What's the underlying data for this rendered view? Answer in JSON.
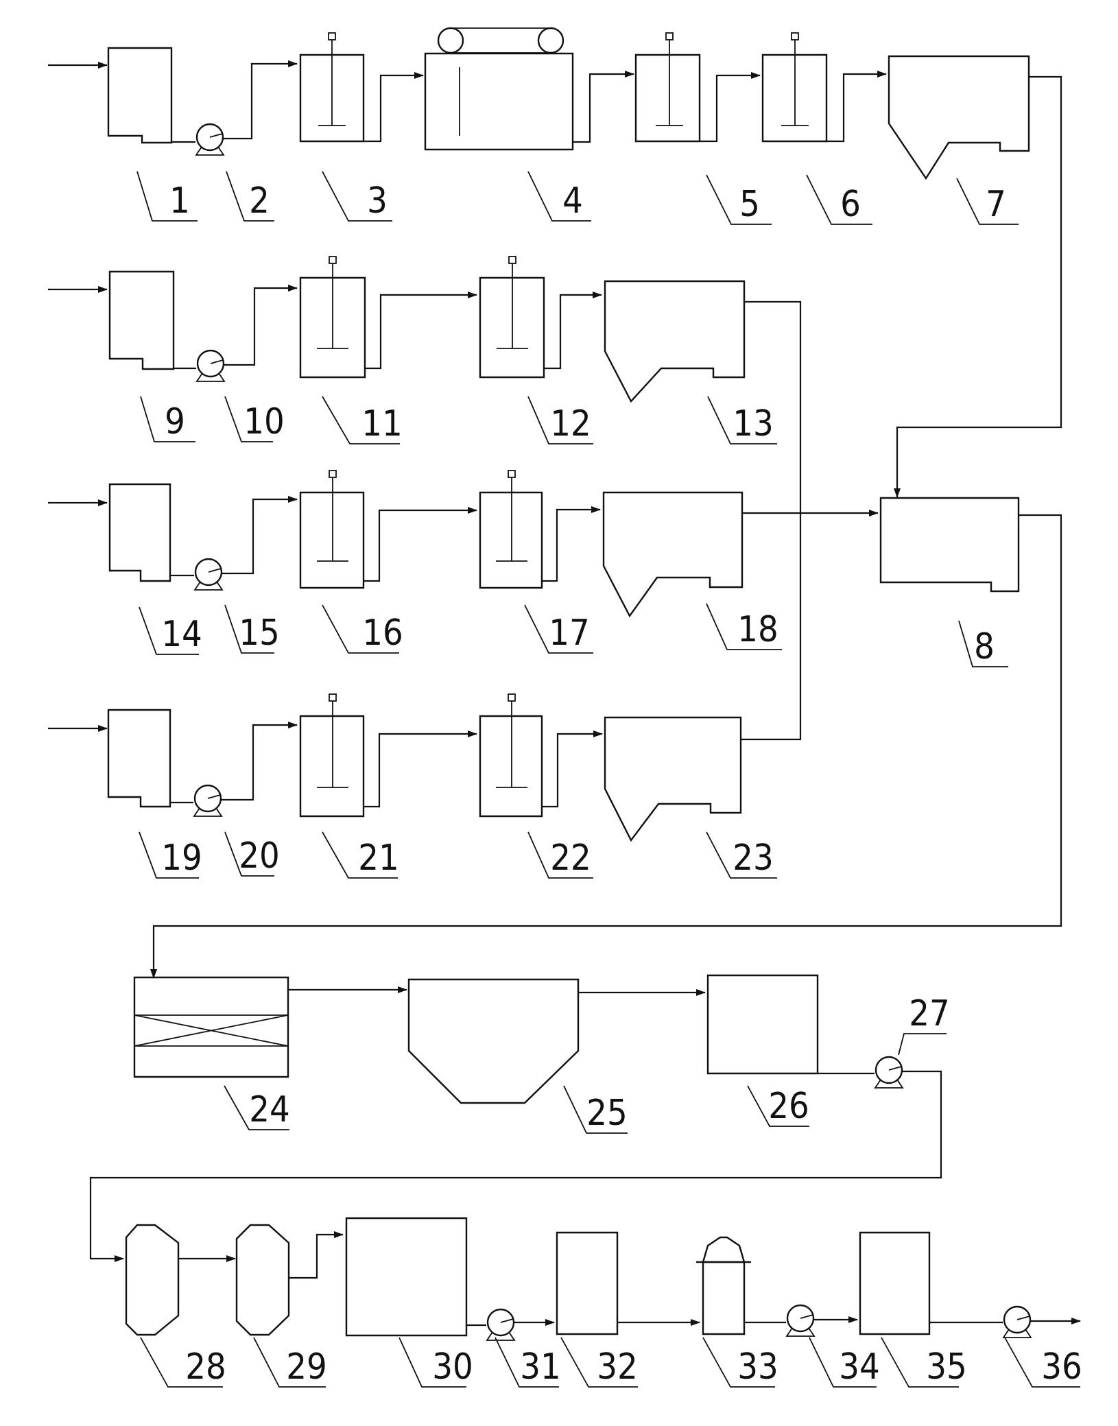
{
  "labels": [
    "1",
    "2",
    "3",
    "4",
    "5",
    "6",
    "7",
    "8",
    "9",
    "10",
    "11",
    "12",
    "13",
    "14",
    "15",
    "16",
    "17",
    "18",
    "19",
    "20",
    "21",
    "22",
    "23",
    "24",
    "25",
    "26",
    "27",
    "28",
    "29",
    "30",
    "31",
    "32",
    "33",
    "34",
    "35",
    "36"
  ]
}
